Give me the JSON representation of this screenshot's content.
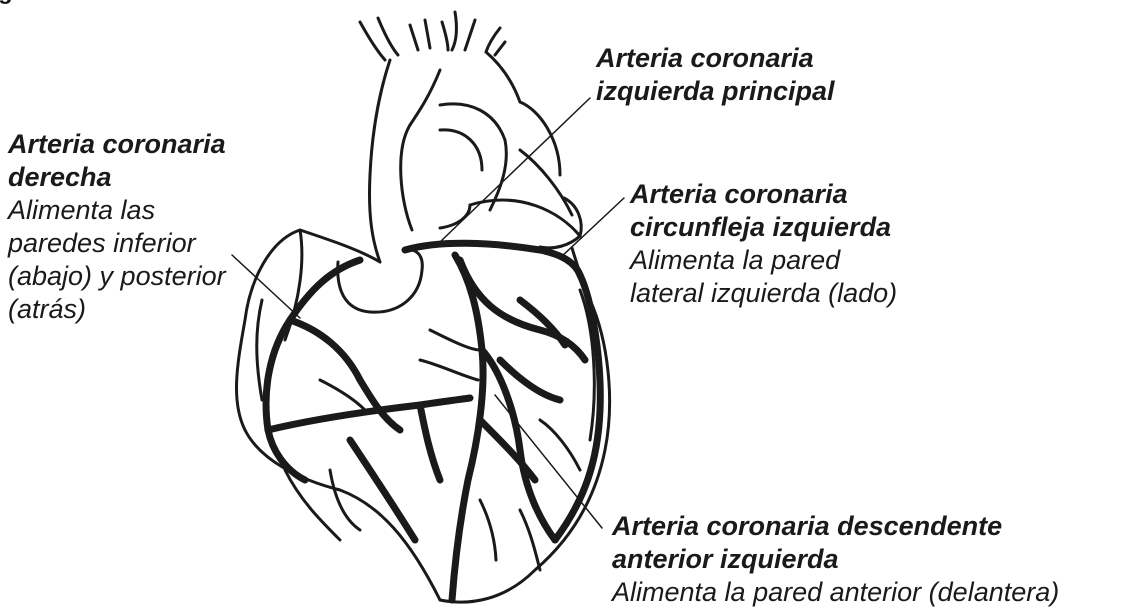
{
  "labels": {
    "left_main": {
      "title": [
        "Arteria coronaria",
        "izquierda principal"
      ]
    },
    "right_coronary": {
      "title": [
        "Arteria coronaria",
        "derecha"
      ],
      "desc": [
        "Alimenta las",
        "paredes inferior",
        "(abajo) y posterior",
        "(atrás)"
      ]
    },
    "circumflex": {
      "title": [
        "Arteria coronaria",
        "circunfleja izquierda"
      ],
      "desc": [
        "Alimenta la pared",
        "lateral izquierda (lado)"
      ]
    },
    "lad": {
      "title": [
        "Arteria coronaria descendente",
        "anterior izquierda"
      ],
      "desc": [
        "Alimenta la pared anterior (delantera)"
      ]
    }
  },
  "colors": {
    "ink": "#1a1a1a",
    "background": "#ffffff"
  }
}
